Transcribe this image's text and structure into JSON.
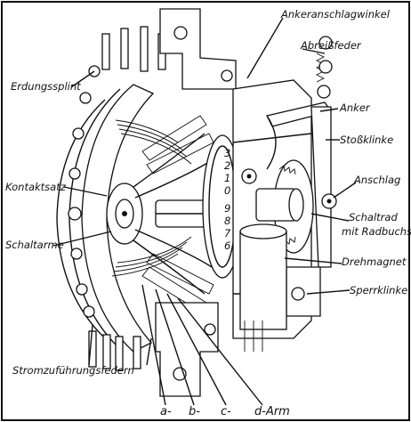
{
  "labels": {
    "ankeranschlagwinkel": "Ankeranschlagwinkel",
    "abreissfeder": "Abreißfeder",
    "erdungssplint": "Erdungssplint",
    "anker": "Anker",
    "stossklinke": "Stoßklinke",
    "kontaktsatz": "Kontaktsatz",
    "anschlag": "Anschlag",
    "schaltrad": "Schaltrad",
    "mit_radbuchse": "mit Radbuchse",
    "schaltarme": "Schaltarme",
    "drehmagnet": "Drehmagnet",
    "sperrklinke": "Sperrklinke",
    "stromzufuehrungsfedern": "Stromzuführungsfedern",
    "arm_a": "a-",
    "arm_b": "b-",
    "arm_c": "c-",
    "arm_d": "d-Arm"
  },
  "dial_numbers": [
    "3",
    "2",
    "1",
    "0",
    "9",
    "8",
    "7",
    "6"
  ]
}
